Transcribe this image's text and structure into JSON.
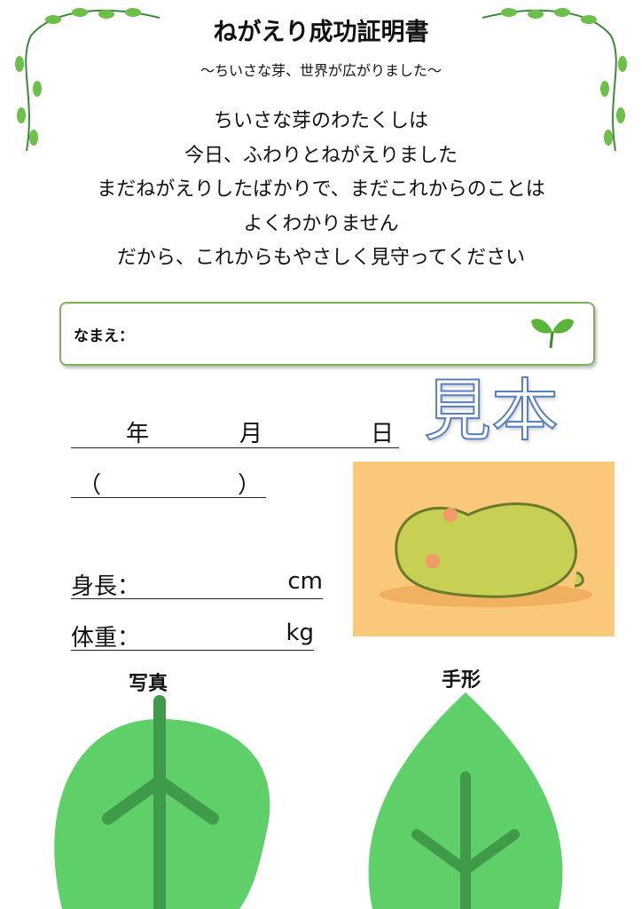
{
  "title": "ねがえり成功証明書",
  "subtitle": "〜ちいさな芽、世界が広がりました〜",
  "poem": [
    "ちいさな芽のわたくしは",
    "今日、ふわりとねがえりました",
    "まだねがえりしたばかりで、まだこれからのことは",
    "よくわかりません",
    "だから、これからもやさしく見守ってください"
  ],
  "name_field": {
    "label": "なまえ：",
    "icon": "sprout-icon"
  },
  "date_field": {
    "year": "年",
    "month": "月",
    "day": "日"
  },
  "weekday_field": {
    "open": "（",
    "close": "）"
  },
  "height_field": {
    "label": "身長：",
    "unit": "cm"
  },
  "weight_field": {
    "label": "体重：",
    "unit": "kg"
  },
  "photo_label": "写真",
  "handprint_label": "手形",
  "watermark": "見本",
  "colors": {
    "leaf": "#5fcf6a",
    "vein": "#3f9a4a",
    "border": "#7cb35a",
    "photo_bg": "#fac87a",
    "bean": "#c8cf55"
  }
}
